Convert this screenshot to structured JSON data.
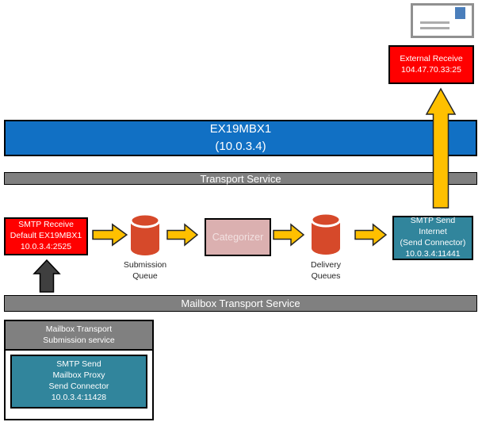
{
  "diagram": {
    "envelope_icon": "internet-mail-envelope",
    "external_receive": {
      "lines": [
        "External Receive",
        "104.47.70.33:25"
      ]
    },
    "server_bar": {
      "lines": [
        "EX19MBX1",
        "(10.0.3.4)"
      ]
    },
    "bars": {
      "transport": "Transport Service",
      "mailbox_transport": "Mailbox Transport Service"
    },
    "smtp_receive": {
      "lines": [
        "SMTP Receive",
        "Default EX19MBX1",
        "10.0.3.4:2525"
      ]
    },
    "submission_queue": {
      "label_lines": [
        "Submission",
        "Queue"
      ]
    },
    "categorizer": {
      "label": "Categorizer"
    },
    "delivery_queues": {
      "label_lines": [
        "Delivery",
        "Queues"
      ]
    },
    "smtp_send_internet": {
      "lines": [
        "SMTP Send",
        "Internet",
        "(Send Connector)",
        "10.0.3.4:11441"
      ]
    },
    "mailbox_submission": {
      "header_lines": [
        "Mailbox Transport",
        "Submission service"
      ]
    },
    "smtp_send_mailbox_proxy": {
      "lines": [
        "SMTP Send",
        "Mailbox Proxy",
        "Send Connector",
        "10.0.3.4:11428"
      ]
    },
    "colors": {
      "receive_red": "#FF0000",
      "server_blue": "#1170C4",
      "service_gray": "#808080",
      "connector_teal": "#31859C",
      "categorizer_pink": "#DBB0B0",
      "arrow_yellow": "#FFC000",
      "queue_cylinder_red": "#D6492A",
      "dark_arrow_gray": "#3F3F3F",
      "stamp_blue": "#4A7EBB"
    }
  }
}
